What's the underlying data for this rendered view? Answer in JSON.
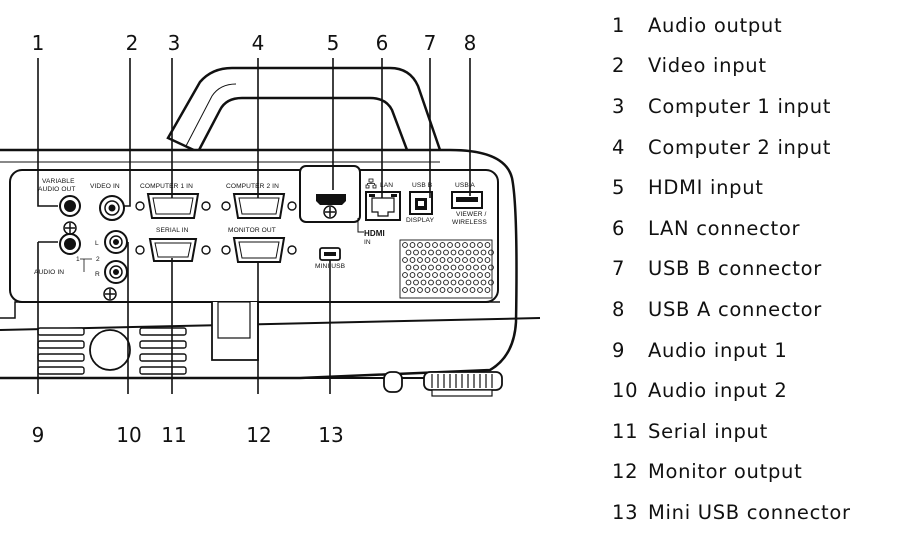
{
  "callout_numbers": [
    "1",
    "2",
    "3",
    "4",
    "5",
    "6",
    "7",
    "8",
    "9",
    "10",
    "11",
    "12",
    "13"
  ],
  "port_labels": {
    "variable_audio_out_line1": "VARIABLE",
    "variable_audio_out_line2": "AUDIO OUT",
    "video_in": "VIDEO IN",
    "computer1_in": "COMPUTER 1 IN",
    "computer2_in": "COMPUTER 2 IN",
    "serial_in": "SERIAL IN",
    "monitor_out": "MONITOR OUT",
    "lan": "LAN",
    "usb_b": "USB B",
    "display": "DISPLAY",
    "usb_a": "USB A",
    "viewer_line1": "VIEWER /",
    "viewer_line2": "WIRELESS",
    "hdmi": "HDMI",
    "hdmi_in": "IN",
    "mini_usb": "MINI USB",
    "audio_in": "AUDIO IN",
    "audio_in_1": "1",
    "audio_in_2": "2",
    "left": "L",
    "right": "R"
  },
  "legend": [
    {
      "num": "1",
      "label": "Audio output"
    },
    {
      "num": "2",
      "label": "Video input"
    },
    {
      "num": "3",
      "label": "Computer 1 input"
    },
    {
      "num": "4",
      "label": "Computer 2 input"
    },
    {
      "num": "5",
      "label": "HDMI input"
    },
    {
      "num": "6",
      "label": "LAN connector"
    },
    {
      "num": "7",
      "label": "USB B connector"
    },
    {
      "num": "8",
      "label": "USB A connector"
    },
    {
      "num": "9",
      "label": "Audio input 1"
    },
    {
      "num": "10",
      "label": "Audio input 2"
    },
    {
      "num": "11",
      "label": "Serial input"
    },
    {
      "num": "12",
      "label": "Monitor output"
    },
    {
      "num": "13",
      "label": "Mini USB connector"
    }
  ]
}
